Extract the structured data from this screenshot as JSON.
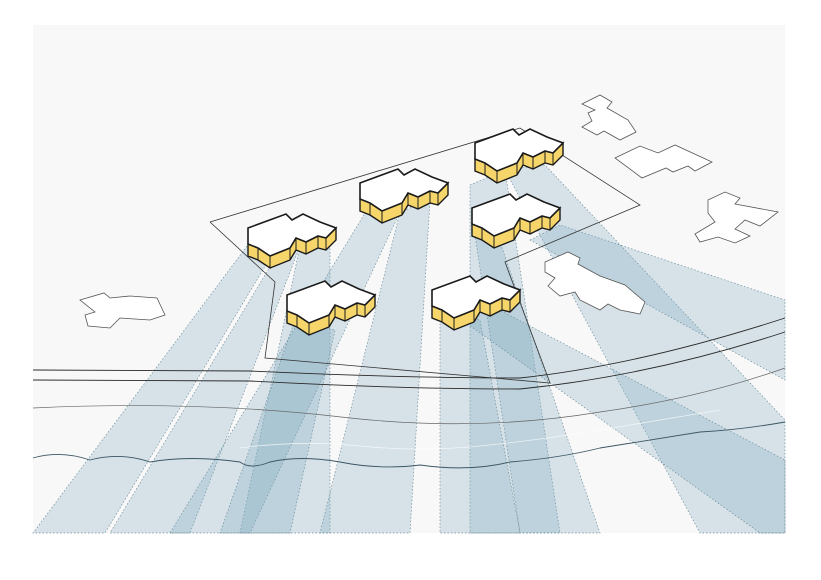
{
  "diagram": {
    "kind": "axonometric site view-corridor diagram",
    "colors": {
      "page_background": "#ffffff",
      "ground_plane": "#f8f8f8",
      "view_cone_fill": "#7fa9bd",
      "view_cone_edge": "#6f8e9c",
      "building_roof": "#ffffff",
      "building_wall": "#f6d56a",
      "building_outline": "#1a1a1a",
      "neighbor_outline": "#555555"
    },
    "buildings": [
      {
        "id": "building-1",
        "position": "top-left"
      },
      {
        "id": "building-2",
        "position": "top-center"
      },
      {
        "id": "building-3",
        "position": "top-right"
      },
      {
        "id": "building-4",
        "position": "middle-right"
      },
      {
        "id": "building-5",
        "position": "lower-left"
      },
      {
        "id": "building-6",
        "position": "lower-center"
      }
    ],
    "neighbor_buildings": [
      {
        "id": "neighbor-top-right-1"
      },
      {
        "id": "neighbor-top-right-2"
      },
      {
        "id": "neighbor-right-1"
      },
      {
        "id": "neighbor-right-2"
      },
      {
        "id": "neighbor-left"
      }
    ],
    "view_cone_count": 12
  }
}
